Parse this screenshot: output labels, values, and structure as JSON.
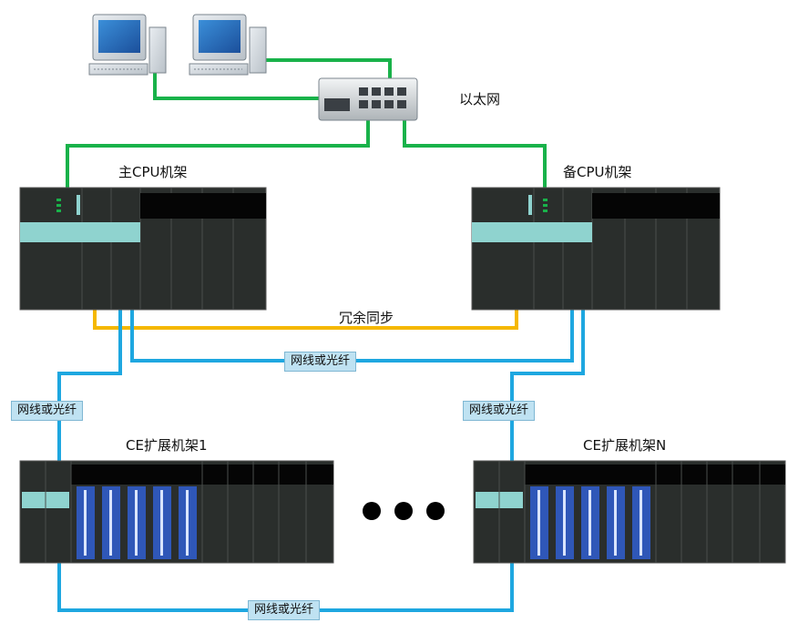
{
  "labels": {
    "ethernet": "以太网",
    "primary_rack": "主CPU机架",
    "backup_rack": "备CPU机架",
    "redundancy_sync": "冗余同步",
    "link_center": "网线或光纤",
    "link_left": "网线或光纤",
    "link_right": "网线或光纤",
    "link_bottom": "网线或光纤",
    "ext_rack_1": "CE扩展机架1",
    "ext_rack_n": "CE扩展机架N"
  },
  "colors": {
    "ethernet_line": "#19b24a",
    "sync_line": "#f5b800",
    "fiber_line": "#1ea7e0",
    "rack_body": "#2a2e2c",
    "module_cyan": "#8fd3cf",
    "module_blue": "#2f57b8"
  },
  "icons": [
    "workstation-icon",
    "workstation-icon",
    "network-switch-icon",
    "ellipsis-dots"
  ]
}
